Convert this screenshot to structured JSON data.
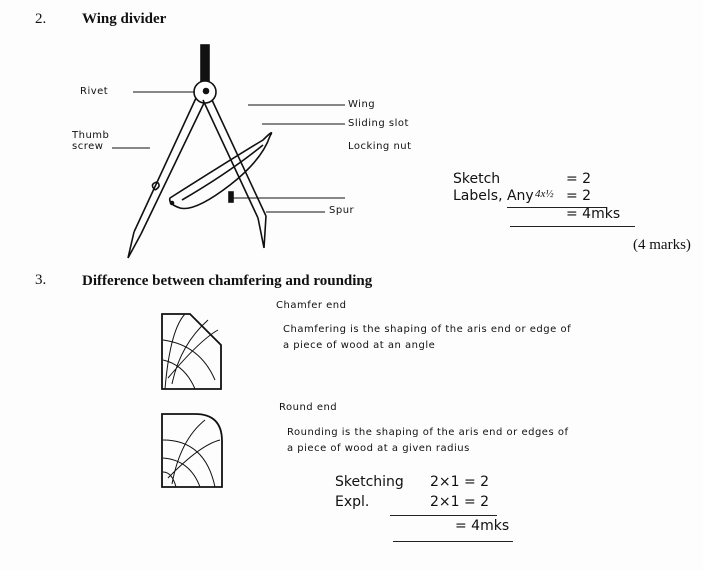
{
  "q2": {
    "number": "2.",
    "title": "Wing divider",
    "labels": {
      "rivet": "Rivet",
      "thumb_screw_1": "Thumb",
      "thumb_screw_2": "screw",
      "wing": "Wing",
      "sliding_slot": "Sliding slot",
      "locking_nut": "Locking nut",
      "spur": "Spur"
    },
    "marking": {
      "sketch": "Sketch",
      "sketch_val": "= 2",
      "labels": "Labels, Any",
      "labels_frac": "4x½",
      "labels_val": "= 2",
      "total": "= 4mks"
    },
    "marks": "(4 marks)"
  },
  "q3": {
    "number": "3.",
    "title": "Difference between chamfering and rounding",
    "chamfer_title": "Chamfer end",
    "chamfer_text_1": "Chamfering is the shaping of the aris end or edge of",
    "chamfer_text_2": "a piece of wood at an angle",
    "round_title": "Round end",
    "round_text_1": "Rounding is the shaping of the aris end or edges of",
    "round_text_2": "a  piece of wood at a given radius",
    "marking": {
      "sketching": "Sketching",
      "sketching_val": "2×1  =  2",
      "expl": "Expl.",
      "expl_val": "2×1  =  2",
      "total": "=  4mks"
    }
  }
}
